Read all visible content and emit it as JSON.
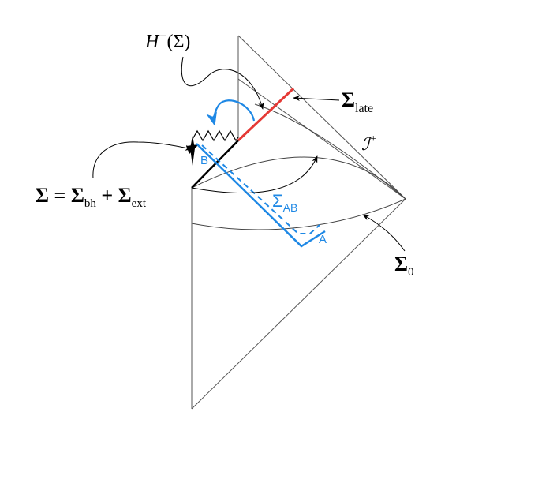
{
  "labels": {
    "horizon": {
      "main": "H",
      "sup": "+",
      "paren": "(Σ)"
    },
    "sigma_late": {
      "main": "Σ",
      "sub": "late"
    },
    "scri_plus": {
      "main": "ℐ",
      "sup": "+"
    },
    "sigma_decomp": {
      "lhs": "Σ = Σ",
      "sub1": "bh",
      "plus": " + Σ",
      "sub2": "ext"
    },
    "sigma_ab": {
      "main": "Σ",
      "sub": "AB"
    },
    "sigma_0": {
      "main": "Σ",
      "sub": "0"
    },
    "point_a": "A",
    "point_b": "B"
  },
  "colors": {
    "ink": "#000000",
    "blue": "#1e88e5",
    "red": "#e53935",
    "thin": "#555555"
  }
}
